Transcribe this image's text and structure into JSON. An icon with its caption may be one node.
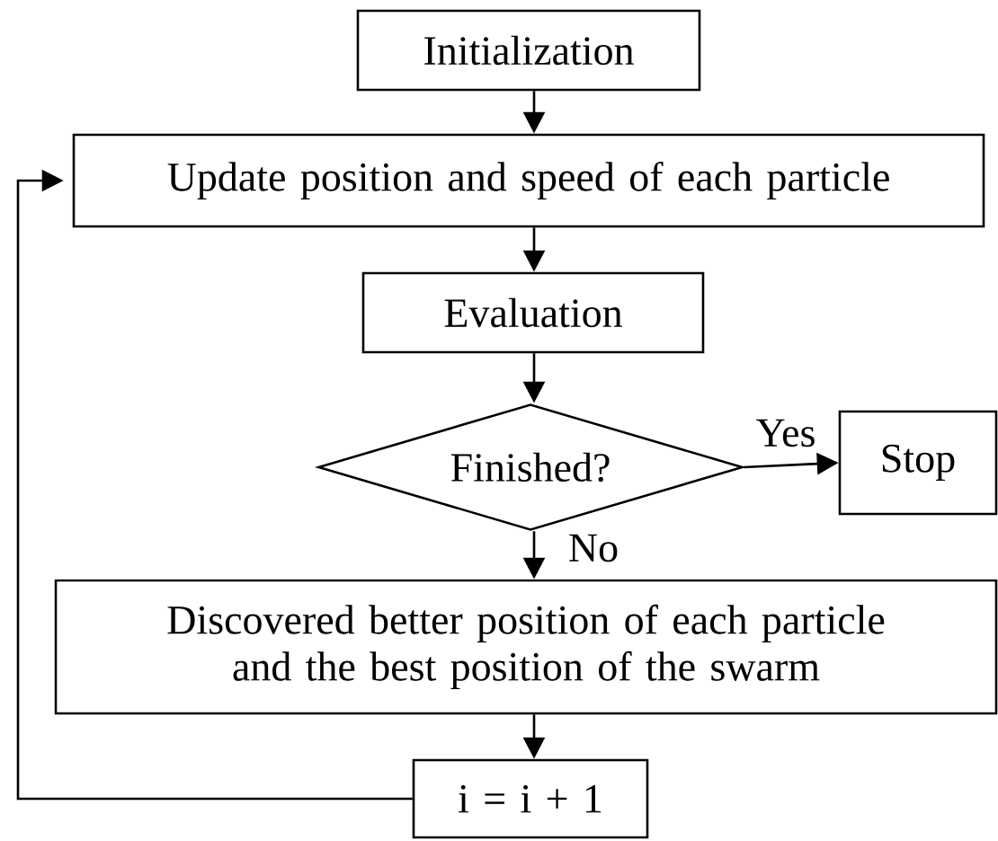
{
  "diagram": {
    "nodes": [
      {
        "text": [
          "Initialization"
        ]
      },
      {
        "text": [
          "Update position and speed of each particle"
        ]
      },
      {
        "text": [
          "Evaluation"
        ]
      },
      {
        "text": [
          "Finished?"
        ]
      },
      {
        "text": [
          "Stop"
        ]
      },
      {
        "text": [
          "Discovered better position of each particle and the best position of the swarm"
        ]
      },
      {
        "text": [
          "i = i + 1"
        ]
      }
    ],
    "edges": [
      {
        "from": 0,
        "to": 1,
        "arrow": "to"
      },
      {
        "from": 1,
        "to": 2,
        "arrow": "to"
      },
      {
        "from": 2,
        "to": 3,
        "arrow": "to"
      },
      {
        "from": 3,
        "to": 4,
        "arrow": "to",
        "label": "Yes"
      },
      {
        "from": 3,
        "to": 5,
        "arrow": "to",
        "label": "No"
      },
      {
        "from": 5,
        "to": 6,
        "arrow": "to"
      },
      {
        "from": 6,
        "to": 1,
        "arrow": "to"
      }
    ]
  }
}
